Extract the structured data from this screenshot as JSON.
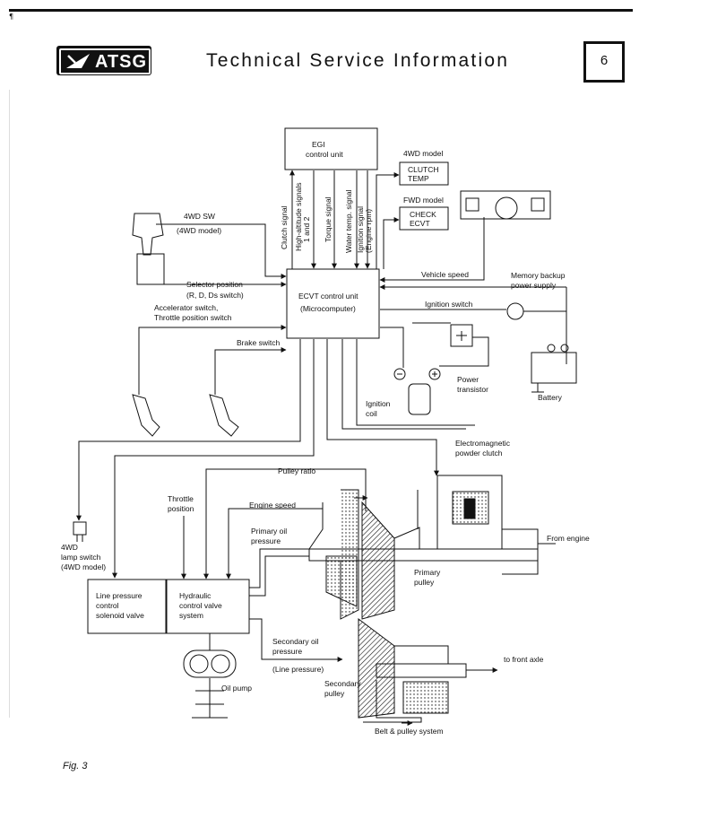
{
  "header": {
    "logo_text": "ATSG",
    "title": "Technical Service Information",
    "page_number": "6",
    "corner_mark": "¶"
  },
  "diagram": {
    "egi_unit": [
      "EGI",
      "control unit"
    ],
    "ecvt_unit": [
      "ECVT control unit",
      "(Microcomputer)"
    ],
    "model_4wd": "4WD model",
    "clutch_temp": [
      "CLUTCH",
      "TEMP"
    ],
    "model_fwd": "FWD model",
    "check_ecvt": [
      "CHECK",
      "ECVT"
    ],
    "signals": {
      "clutch": "Clutch signal",
      "high_altitude": [
        "High-altitude signals",
        "1 and 2"
      ],
      "torque": "Torque signal",
      "water_temp": "Water temp. signal",
      "ignition": [
        "Ignition signal",
        "(Engine rpm)"
      ]
    },
    "sw_4wd": [
      "4WD  SW",
      "(4WD model)"
    ],
    "selector": [
      "Selector position",
      "(R, D, Ds switch)"
    ],
    "accelerator": [
      "Accelerator switch,",
      "Throttle position switch"
    ],
    "brake": "Brake switch",
    "vehicle_speed": "Vehicle speed",
    "memory_backup": [
      "Memory backup",
      "power supply"
    ],
    "ignition_switch": "Ignition switch",
    "battery": "Battery",
    "power_transistor": [
      "Power",
      "transistor"
    ],
    "ignition_coil": [
      "Ignition",
      "coil"
    ],
    "em_clutch": [
      "Electromagnetic",
      "powder clutch"
    ],
    "lamp_switch": [
      "4WD",
      "lamp switch",
      "(4WD model)"
    ],
    "pulley_ratio": "Pulley ratio",
    "throttle_position": [
      "Throttle",
      "position"
    ],
    "engine_speed": "Engine speed",
    "primary_oil": [
      "Primary oil",
      "pressure"
    ],
    "from_engine": "From engine",
    "primary_pulley": [
      "Primary",
      "pulley"
    ],
    "line_pressure_sv": [
      "Line pressure",
      "control",
      "solenoid valve"
    ],
    "hydraulic_cv": [
      "Hydraulic",
      "control valve",
      "system"
    ],
    "secondary_oil": [
      "Secondary oil",
      "pressure"
    ],
    "line_pressure": "(Line pressure)",
    "to_front_axle": "to front axle",
    "oil_pump": "Oil pump",
    "secondary_pulley": [
      "Secondary",
      "pulley"
    ],
    "belt_pulley": "Belt & pulley system"
  },
  "figure_caption": "Fig. 3"
}
